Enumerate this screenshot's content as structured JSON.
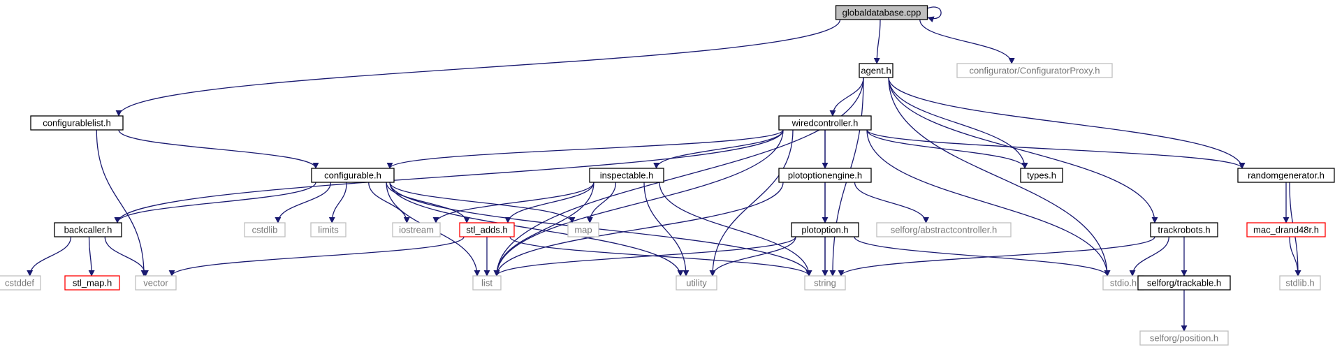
{
  "colors": {
    "edge": "#191970",
    "border_plain": "#000000",
    "border_missing": "#bfbfbf",
    "border_truncated": "#ff0000",
    "root_fill": "#bfbfbf",
    "text_normal": "#000000",
    "text_missing": "#777777"
  },
  "nodes": [
    {
      "id": "globaldatabase",
      "label": "globaldatabase.cpp",
      "kind": "root"
    },
    {
      "id": "agent",
      "label": "agent.h",
      "kind": "normal"
    },
    {
      "id": "configuratorproxy",
      "label": "configurator/ConfiguratorProxy.h",
      "kind": "missing"
    },
    {
      "id": "configurablelist",
      "label": "configurablelist.h",
      "kind": "normal"
    },
    {
      "id": "wiredcontroller",
      "label": "wiredcontroller.h",
      "kind": "normal"
    },
    {
      "id": "configurable",
      "label": "configurable.h",
      "kind": "normal"
    },
    {
      "id": "inspectable",
      "label": "inspectable.h",
      "kind": "normal"
    },
    {
      "id": "plotoptionengine",
      "label": "plotoptionengine.h",
      "kind": "normal"
    },
    {
      "id": "types",
      "label": "types.h",
      "kind": "normal"
    },
    {
      "id": "randomgenerator",
      "label": "randomgenerator.h",
      "kind": "normal"
    },
    {
      "id": "backcaller",
      "label": "backcaller.h",
      "kind": "normal"
    },
    {
      "id": "cstdlib",
      "label": "cstdlib",
      "kind": "missing"
    },
    {
      "id": "limits",
      "label": "limits",
      "kind": "missing"
    },
    {
      "id": "iostream",
      "label": "iostream",
      "kind": "missing"
    },
    {
      "id": "stl_adds",
      "label": "stl_adds.h",
      "kind": "truncated"
    },
    {
      "id": "map",
      "label": "map",
      "kind": "missing"
    },
    {
      "id": "plotoption",
      "label": "plotoption.h",
      "kind": "normal"
    },
    {
      "id": "abstractcontroller",
      "label": "selforg/abstractcontroller.h",
      "kind": "missing"
    },
    {
      "id": "trackrobots",
      "label": "trackrobots.h",
      "kind": "normal"
    },
    {
      "id": "mac_drand48r",
      "label": "mac_drand48r.h",
      "kind": "truncated"
    },
    {
      "id": "cstddef",
      "label": "cstddef",
      "kind": "missing"
    },
    {
      "id": "stl_map",
      "label": "stl_map.h",
      "kind": "truncated"
    },
    {
      "id": "vector",
      "label": "vector",
      "kind": "missing"
    },
    {
      "id": "list",
      "label": "list",
      "kind": "missing"
    },
    {
      "id": "utility",
      "label": "utility",
      "kind": "missing"
    },
    {
      "id": "string",
      "label": "string",
      "kind": "missing"
    },
    {
      "id": "stdio",
      "label": "stdio.h",
      "kind": "missing"
    },
    {
      "id": "trackable",
      "label": "selforg/trackable.h",
      "kind": "normal"
    },
    {
      "id": "stdlib",
      "label": "stdlib.h",
      "kind": "missing"
    },
    {
      "id": "position",
      "label": "selforg/position.h",
      "kind": "missing"
    }
  ],
  "edges": [
    [
      "globaldatabase",
      "globaldatabase"
    ],
    [
      "globaldatabase",
      "agent"
    ],
    [
      "globaldatabase",
      "configuratorproxy"
    ],
    [
      "globaldatabase",
      "configurablelist"
    ],
    [
      "agent",
      "wiredcontroller"
    ],
    [
      "agent",
      "list"
    ],
    [
      "agent",
      "types"
    ],
    [
      "agent",
      "string"
    ],
    [
      "agent",
      "stdio"
    ],
    [
      "agent",
      "trackrobots"
    ],
    [
      "agent",
      "randomgenerator"
    ],
    [
      "configurablelist",
      "configurable"
    ],
    [
      "configurablelist",
      "vector"
    ],
    [
      "wiredcontroller",
      "backcaller"
    ],
    [
      "wiredcontroller",
      "configurable"
    ],
    [
      "wiredcontroller",
      "list"
    ],
    [
      "wiredcontroller",
      "inspectable"
    ],
    [
      "wiredcontroller",
      "plotoptionengine"
    ],
    [
      "wiredcontroller",
      "utility"
    ],
    [
      "wiredcontroller",
      "types"
    ],
    [
      "wiredcontroller",
      "string"
    ],
    [
      "wiredcontroller",
      "stdio"
    ],
    [
      "wiredcontroller",
      "randomgenerator"
    ],
    [
      "configurable",
      "backcaller"
    ],
    [
      "configurable",
      "cstdlib"
    ],
    [
      "configurable",
      "limits"
    ],
    [
      "configurable",
      "iostream"
    ],
    [
      "configurable",
      "stl_adds"
    ],
    [
      "configurable",
      "map"
    ],
    [
      "configurable",
      "list"
    ],
    [
      "configurable",
      "utility"
    ],
    [
      "configurable",
      "string"
    ],
    [
      "inspectable",
      "iostream"
    ],
    [
      "inspectable",
      "stl_adds"
    ],
    [
      "inspectable",
      "map"
    ],
    [
      "inspectable",
      "list"
    ],
    [
      "inspectable",
      "utility"
    ],
    [
      "inspectable",
      "string"
    ],
    [
      "plotoptionengine",
      "list"
    ],
    [
      "plotoptionengine",
      "plotoption"
    ],
    [
      "plotoptionengine",
      "abstractcontroller"
    ],
    [
      "backcaller",
      "cstddef"
    ],
    [
      "backcaller",
      "stl_map"
    ],
    [
      "backcaller",
      "vector"
    ],
    [
      "stl_adds",
      "vector"
    ],
    [
      "stl_adds",
      "list"
    ],
    [
      "stl_adds",
      "string"
    ],
    [
      "plotoption",
      "list"
    ],
    [
      "plotoption",
      "utility"
    ],
    [
      "plotoption",
      "string"
    ],
    [
      "plotoption",
      "stdio"
    ],
    [
      "trackrobots",
      "string"
    ],
    [
      "trackrobots",
      "stdio"
    ],
    [
      "trackrobots",
      "trackable"
    ],
    [
      "randomgenerator",
      "mac_drand48r"
    ],
    [
      "randomgenerator",
      "stdlib"
    ],
    [
      "mac_drand48r",
      "stdlib"
    ],
    [
      "trackable",
      "position"
    ]
  ]
}
